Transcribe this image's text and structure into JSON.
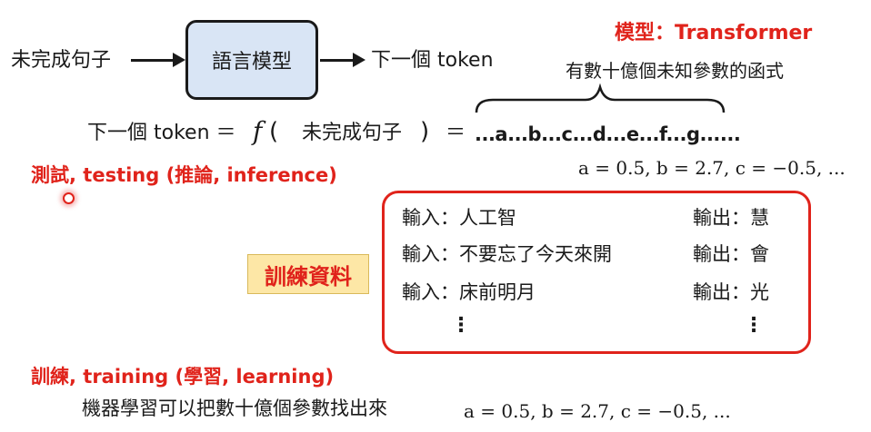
{
  "diagram": {
    "input_label": "未完成句子",
    "model_box_label": "語言模型",
    "output_label": "下一個 token",
    "model_type": "模型：Transformer",
    "brace_caption": "有數十億個未知參數的函式",
    "equation": {
      "lhs": "下一個 token ＝",
      "func": "f",
      "open_paren": "(",
      "arg": "未完成句子",
      "close_paren": ")",
      "equals": "＝",
      "params": "...a...b...c...d...e...f...g......"
    },
    "param_values": "a = 0.5, b = 2.7, c = −0.5, ...",
    "testing_label": "測試, testing (推論, inference)",
    "training_data_label": "訓練資料",
    "examples": [
      {
        "input": "輸入：人工智",
        "output": "輸出：慧"
      },
      {
        "input": "輸入：不要忘了今天來開",
        "output": "輸出：會"
      },
      {
        "input": "輸入：床前明月",
        "output": "輸出：光"
      }
    ],
    "ellipsis_input": "⋮",
    "ellipsis_output": "⋮",
    "training_label": "訓練, training (學習, learning)",
    "bottom_text": "機器學習可以把數十億個參數找出來",
    "bottom_values": "a = 0.5, b = 2.7, c = −0.5, ...",
    "colors": {
      "accent_red": "#e0231b",
      "model_box_fill": "#d9e5f5",
      "label_fill": "#fde7a6"
    }
  }
}
